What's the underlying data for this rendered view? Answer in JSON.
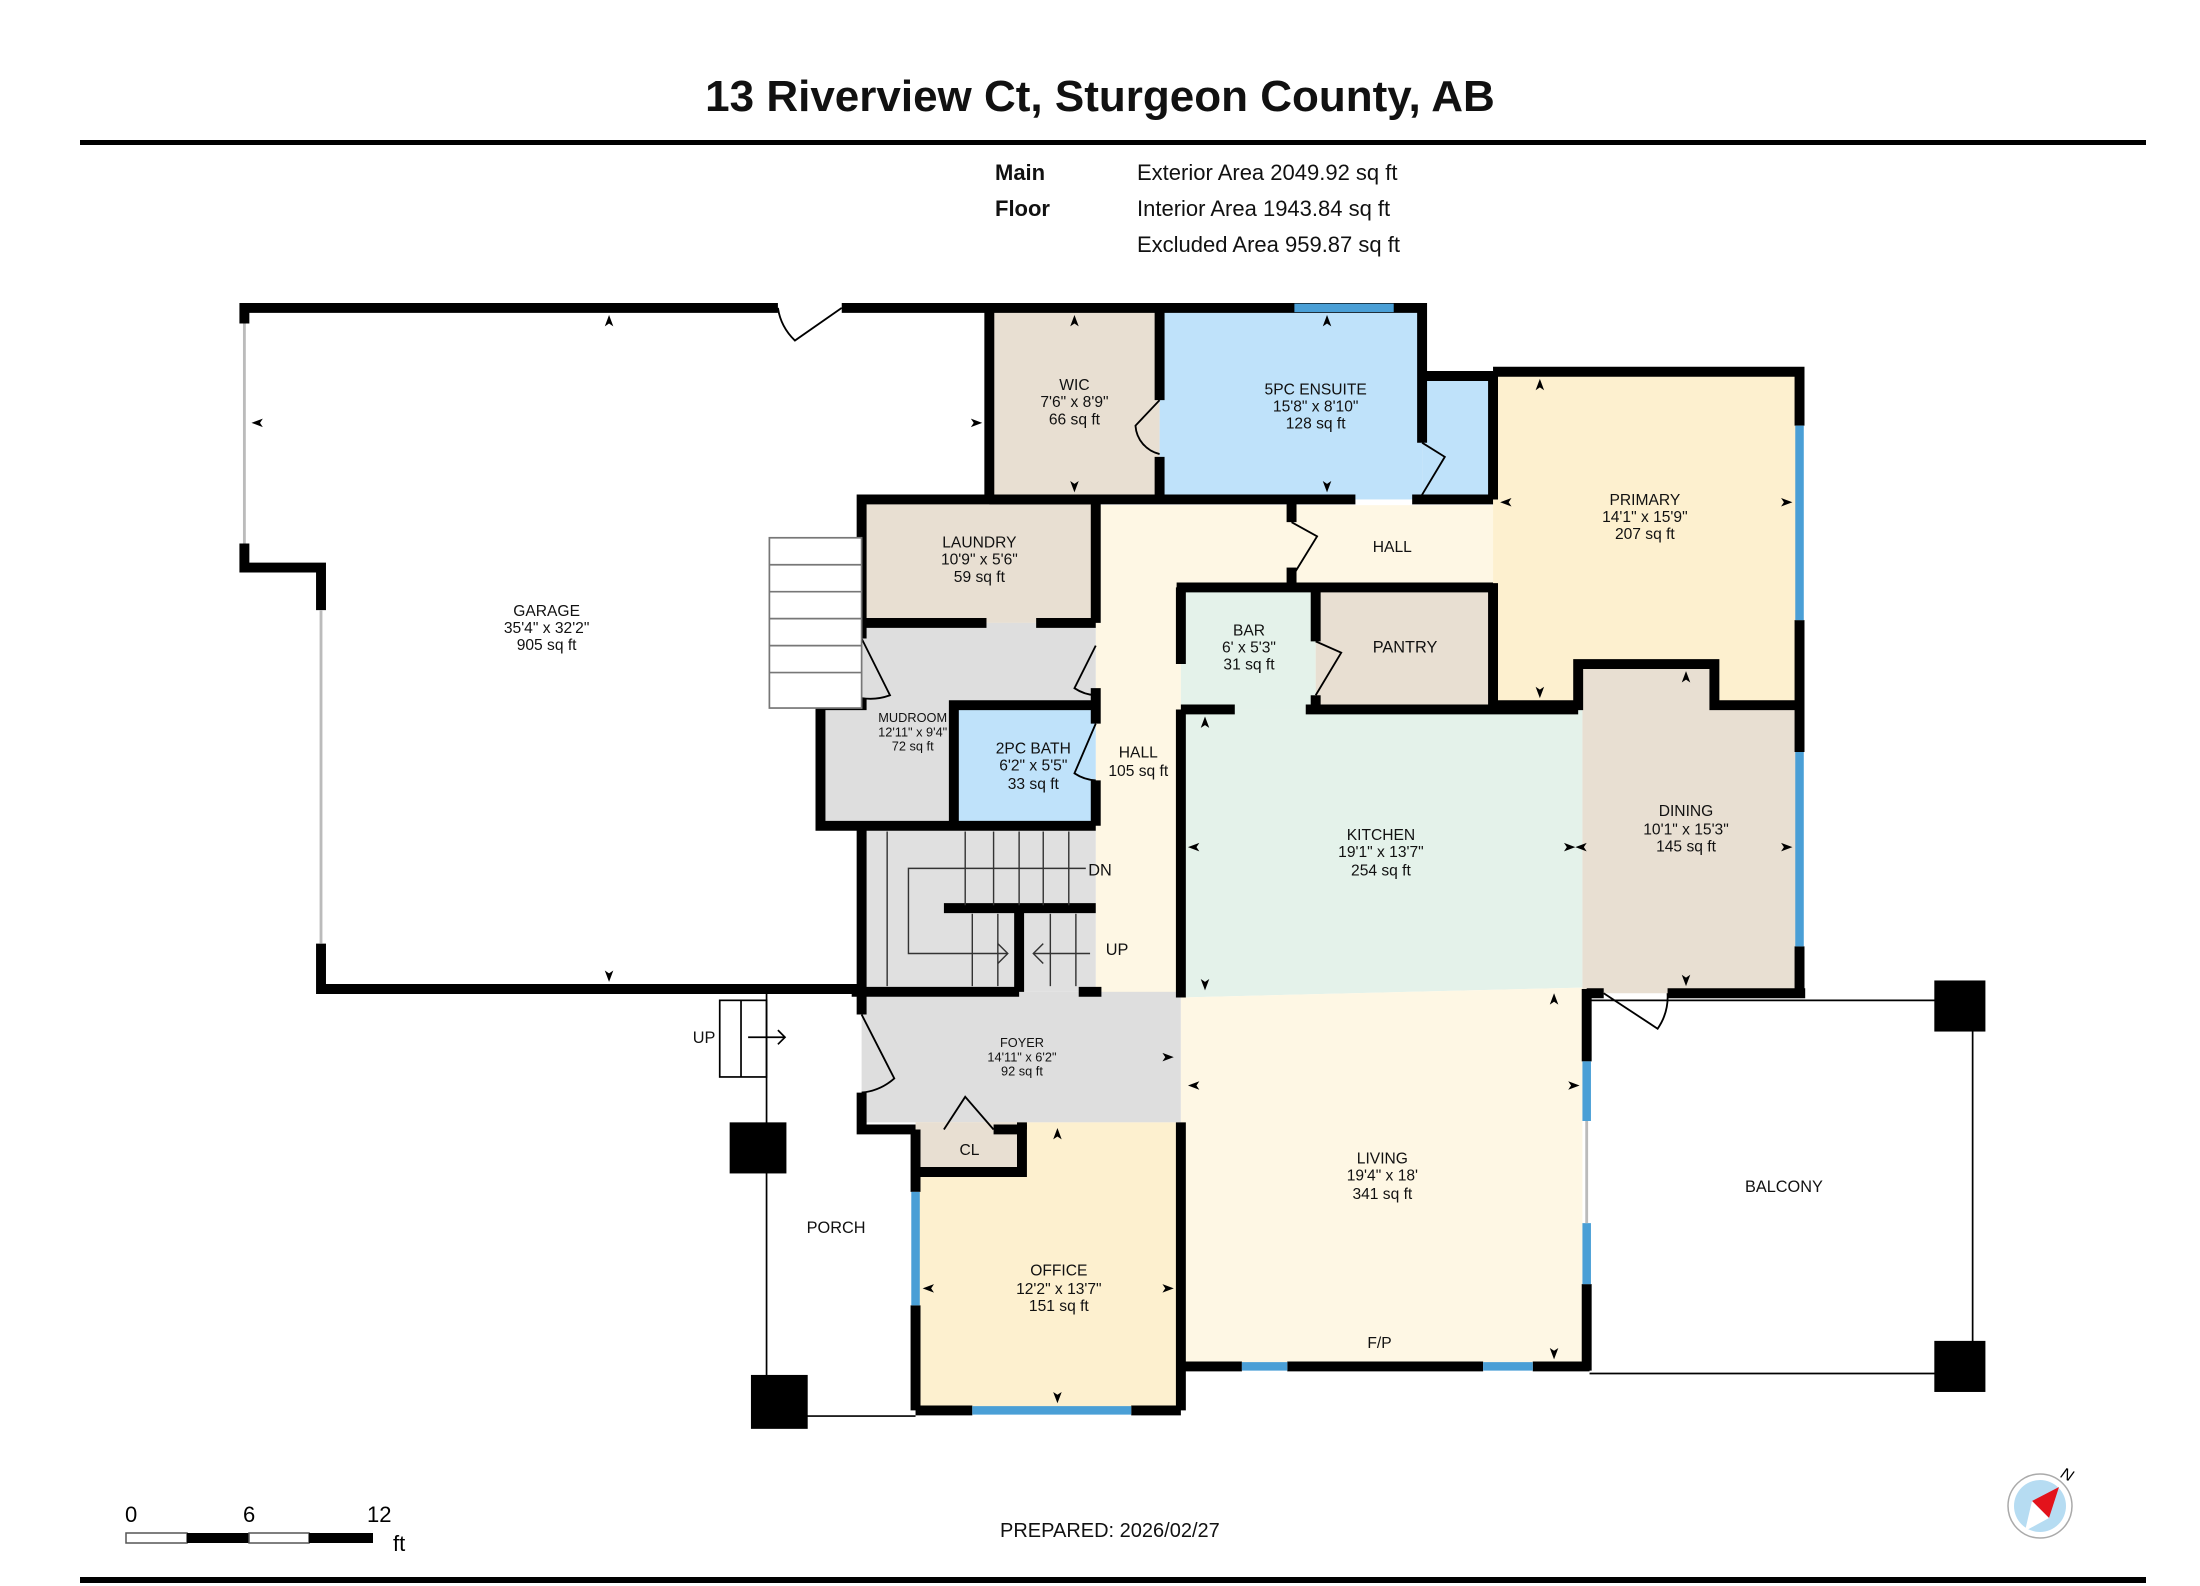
{
  "header": {
    "title": "13 Riverview Ct, Sturgeon County, AB"
  },
  "floor_summary": {
    "floor_name": "Main Floor",
    "exterior_area": "Exterior Area 2049.92 sq ft",
    "interior_area": "Interior Area 1943.84 sq ft",
    "excluded_area": "Excluded Area 959.87 sq ft"
  },
  "rooms": {
    "garage": {
      "name": "GARAGE",
      "dims": "35'4\" x 32'2\"",
      "area": "905 sq ft"
    },
    "wic": {
      "name": "WIC",
      "dims": "7'6\" x 8'9\"",
      "area": "66 sq ft"
    },
    "ensuite": {
      "name": "5PC ENSUITE",
      "dims": "15'8\" x 8'10\"",
      "area": "128 sq ft"
    },
    "primary": {
      "name": "PRIMARY",
      "dims": "14'1\" x 15'9\"",
      "area": "207 sq ft"
    },
    "laundry": {
      "name": "LAUNDRY",
      "dims": "10'9\" x 5'6\"",
      "area": "59 sq ft"
    },
    "hall_upper": {
      "name": "HALL"
    },
    "bar": {
      "name": "BAR",
      "dims": "6' x 5'3\"",
      "area": "31 sq ft"
    },
    "pantry": {
      "name": "PANTRY"
    },
    "mudroom": {
      "name": "MUDROOM",
      "dims": "12'11\" x 9'4\"",
      "area": "72 sq ft"
    },
    "bath2pc": {
      "name": "2PC BATH",
      "dims": "6'2\" x 5'5\"",
      "area": "33 sq ft"
    },
    "hall": {
      "name": "HALL",
      "area": "105 sq ft"
    },
    "kitchen": {
      "name": "KITCHEN",
      "dims": "19'1\" x 13'7\"",
      "area": "254 sq ft"
    },
    "dining": {
      "name": "DINING",
      "dims": "10'1\" x 15'3\"",
      "area": "145 sq ft"
    },
    "foyer": {
      "name": "FOYER",
      "dims": "14'11\" x 6'2\"",
      "area": "92 sq ft"
    },
    "closet": {
      "name": "CL"
    },
    "office": {
      "name": "OFFICE",
      "dims": "12'2\" x 13'7\"",
      "area": "151 sq ft"
    },
    "living": {
      "name": "LIVING",
      "dims": "19'4\" x 18'",
      "area": "341 sq ft",
      "feature": "F/P"
    },
    "porch": {
      "name": "PORCH"
    },
    "balcony": {
      "name": "BALCONY"
    }
  },
  "stairs": {
    "down_label": "DN",
    "up_label": "UP",
    "porch_up_label": "UP"
  },
  "scale_bar": {
    "ticks": [
      "0",
      "6",
      "12"
    ],
    "unit": "ft"
  },
  "footer": {
    "prepared": "PREPARED: 2026/02/27"
  },
  "compass": {
    "label": "N"
  },
  "colors": {
    "wall": "#000000",
    "window": "#4a9fd6",
    "door_gap": "#d9d9d9",
    "beige": "#e8dfd2",
    "bath_blue": "#bfe2fa",
    "cream": "#fef7e4",
    "yellow": "#fdf0cf",
    "mint": "#e4f2ea",
    "grey": "#dedede"
  }
}
